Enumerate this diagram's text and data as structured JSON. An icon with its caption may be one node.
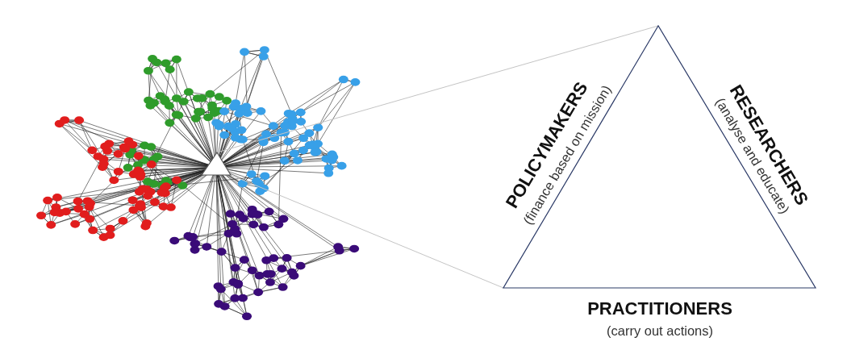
{
  "diagram": {
    "nodes": [
      {
        "text": [],
        "shape": "triangle"
      },
      {
        "text": [
          "POLICYMAKERS",
          "(finance based on mission)",
          "RESEARCHERS",
          "(analyse and educate)",
          "PRACTITIONERS",
          "(carry out actions)"
        ]
      }
    ],
    "edges": [
      {
        "from": 0,
        "to": 1,
        "arrow": "none"
      },
      {
        "from": 0,
        "to": 1,
        "arrow": "none"
      }
    ]
  }
}
